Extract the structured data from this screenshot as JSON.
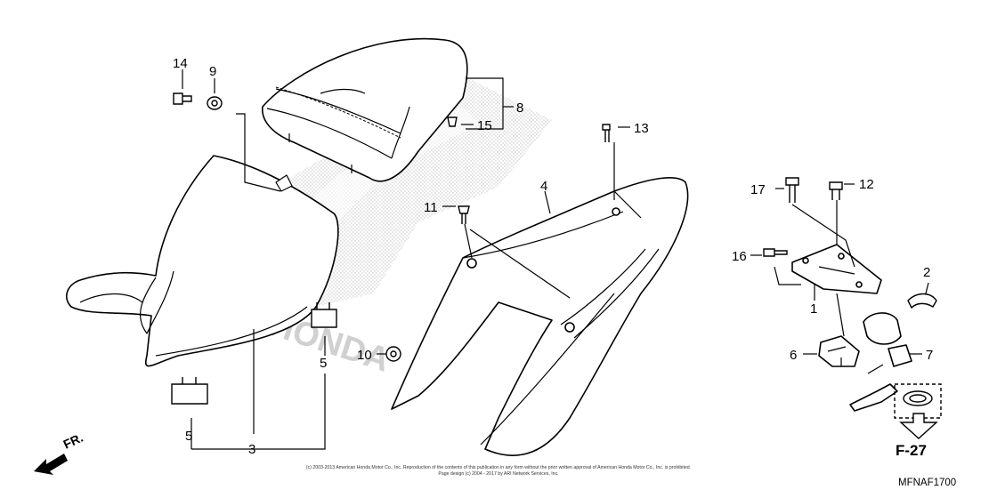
{
  "callouts": {
    "c1": "1",
    "c2": "2",
    "c3": "3",
    "c4": "4",
    "c5a": "5",
    "c5b": "5",
    "c6": "6",
    "c7": "7",
    "c8": "8",
    "c9": "9",
    "c10": "10",
    "c11": "11",
    "c12": "12",
    "c13": "13",
    "c14": "14",
    "c15": "15",
    "c16": "16",
    "c17": "17"
  },
  "watermark": "HONDA",
  "direction_label": "FR.",
  "ref_label": "F-27",
  "diagram_code": "MFNAF1700",
  "copyright_line1": "(c) 2003-2013 American Honda Motor Co., Inc. Reproduction of the contents of this publication in any form without the prior written approval of American Honda Motor Co., Inc. is prohibited.",
  "copyright_line2": "Page design (c) 2004 - 2017 by ARI Network Services, Inc.",
  "colors": {
    "line": "#000000",
    "watermark": "#c7c7c7"
  }
}
